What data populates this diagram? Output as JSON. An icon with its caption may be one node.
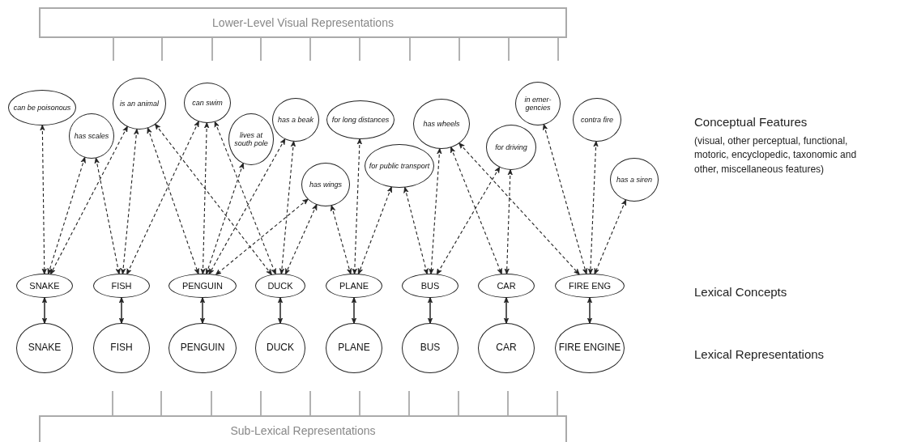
{
  "diagram": {
    "nodes": [
      {
        "text": [
          "Lower-Level Visual Representations"
        ]
      },
      {
        "text": [
          "can be poisonous"
        ]
      },
      {
        "text": [
          "has scales"
        ]
      },
      {
        "text": [
          "is an animal"
        ]
      },
      {
        "text": [
          "can swim"
        ]
      },
      {
        "text": [
          "lives at south pole"
        ]
      },
      {
        "text": [
          "has a beak"
        ]
      },
      {
        "text": [
          "has wings"
        ]
      },
      {
        "text": [
          "for long distances"
        ]
      },
      {
        "text": [
          "for public transport"
        ]
      },
      {
        "text": [
          "has wheels"
        ]
      },
      {
        "text": [
          "for driving"
        ]
      },
      {
        "text": [
          "in emer- gencies"
        ]
      },
      {
        "text": [
          "contra fire"
        ]
      },
      {
        "text": [
          "has a siren"
        ]
      },
      {
        "text": [
          "SNAKE"
        ]
      },
      {
        "text": [
          "FISH"
        ]
      },
      {
        "text": [
          "PENGUIN"
        ]
      },
      {
        "text": [
          "DUCK"
        ]
      },
      {
        "text": [
          "PLANE"
        ]
      },
      {
        "text": [
          "BUS"
        ]
      },
      {
        "text": [
          "CAR"
        ]
      },
      {
        "text": [
          "FIRE ENG"
        ]
      },
      {
        "text": [
          "SNAKE"
        ]
      },
      {
        "text": [
          "FISH"
        ]
      },
      {
        "text": [
          "PENGUIN"
        ]
      },
      {
        "text": [
          "DUCK"
        ]
      },
      {
        "text": [
          "PLANE"
        ]
      },
      {
        "text": [
          "BUS"
        ]
      },
      {
        "text": [
          "CAR"
        ]
      },
      {
        "text": [
          "FIRE ENGINE"
        ]
      },
      {
        "text": [
          "Sub-Lexical Representations"
        ]
      }
    ],
    "edges": [
      {
        "from": 1,
        "to": 15,
        "arrow": "both",
        "style": "dashed"
      },
      {
        "from": 2,
        "to": 15,
        "arrow": "both",
        "style": "dashed"
      },
      {
        "from": 3,
        "to": 15,
        "arrow": "both",
        "style": "dashed"
      },
      {
        "from": 2,
        "to": 16,
        "arrow": "both",
        "style": "dashed"
      },
      {
        "from": 3,
        "to": 16,
        "arrow": "both",
        "style": "dashed"
      },
      {
        "from": 4,
        "to": 16,
        "arrow": "both",
        "style": "dashed"
      },
      {
        "from": 3,
        "to": 17,
        "arrow": "both",
        "style": "dashed"
      },
      {
        "from": 4,
        "to": 17,
        "arrow": "both",
        "style": "dashed"
      },
      {
        "from": 5,
        "to": 17,
        "arrow": "both",
        "style": "dashed"
      },
      {
        "from": 6,
        "to": 17,
        "arrow": "both",
        "style": "dashed"
      },
      {
        "from": 7,
        "to": 17,
        "arrow": "both",
        "style": "dashed"
      },
      {
        "from": 3,
        "to": 18,
        "arrow": "both",
        "style": "dashed"
      },
      {
        "from": 4,
        "to": 18,
        "arrow": "both",
        "style": "dashed"
      },
      {
        "from": 6,
        "to": 18,
        "arrow": "both",
        "style": "dashed"
      },
      {
        "from": 7,
        "to": 18,
        "arrow": "both",
        "style": "dashed"
      },
      {
        "from": 7,
        "to": 19,
        "arrow": "both",
        "style": "dashed"
      },
      {
        "from": 8,
        "to": 19,
        "arrow": "both",
        "style": "dashed"
      },
      {
        "from": 9,
        "to": 19,
        "arrow": "both",
        "style": "dashed"
      },
      {
        "from": 9,
        "to": 20,
        "arrow": "both",
        "style": "dashed"
      },
      {
        "from": 10,
        "to": 20,
        "arrow": "both",
        "style": "dashed"
      },
      {
        "from": 11,
        "to": 20,
        "arrow": "both",
        "style": "dashed"
      },
      {
        "from": 10,
        "to": 21,
        "arrow": "both",
        "style": "dashed"
      },
      {
        "from": 11,
        "to": 21,
        "arrow": "both",
        "style": "dashed"
      },
      {
        "from": 10,
        "to": 22,
        "arrow": "both",
        "style": "dashed"
      },
      {
        "from": 12,
        "to": 22,
        "arrow": "both",
        "style": "dashed"
      },
      {
        "from": 13,
        "to": 22,
        "arrow": "both",
        "style": "dashed"
      },
      {
        "from": 14,
        "to": 22,
        "arrow": "both",
        "style": "dashed"
      },
      {
        "from": 15,
        "to": 23,
        "arrow": "both"
      },
      {
        "from": 16,
        "to": 24,
        "arrow": "both"
      },
      {
        "from": 17,
        "to": 25,
        "arrow": "both"
      },
      {
        "from": 18,
        "to": 26,
        "arrow": "both"
      },
      {
        "from": 19,
        "to": 27,
        "arrow": "both"
      },
      {
        "from": 20,
        "to": 28,
        "arrow": "both"
      },
      {
        "from": 21,
        "to": 29,
        "arrow": "both"
      },
      {
        "from": 22,
        "to": 30,
        "arrow": "both"
      },
      {
        "from": 0,
        "to": null,
        "arrow": "none",
        "color": "#999999"
      },
      {
        "from": 0,
        "to": null,
        "arrow": "none",
        "color": "#999999"
      },
      {
        "from": 0,
        "to": null,
        "arrow": "none",
        "color": "#999999"
      },
      {
        "from": 0,
        "to": null,
        "arrow": "none",
        "color": "#999999"
      },
      {
        "from": 0,
        "to": null,
        "arrow": "none",
        "color": "#999999"
      },
      {
        "from": 0,
        "to": null,
        "arrow": "none",
        "color": "#999999"
      },
      {
        "from": 0,
        "to": null,
        "arrow": "none",
        "color": "#999999"
      },
      {
        "from": 0,
        "to": null,
        "arrow": "none",
        "color": "#999999"
      },
      {
        "from": 0,
        "to": null,
        "arrow": "none",
        "color": "#999999"
      },
      {
        "from": 0,
        "to": null,
        "arrow": "none",
        "color": "#999999"
      },
      {
        "from": null,
        "to": 31,
        "arrow": "none",
        "color": "#999999"
      },
      {
        "from": null,
        "to": 31,
        "arrow": "none",
        "color": "#999999"
      },
      {
        "from": null,
        "to": 31,
        "arrow": "none",
        "color": "#999999"
      },
      {
        "from": null,
        "to": 31,
        "arrow": "none",
        "color": "#999999"
      },
      {
        "from": null,
        "to": 31,
        "arrow": "none",
        "color": "#999999"
      },
      {
        "from": null,
        "to": 31,
        "arrow": "none",
        "color": "#999999"
      },
      {
        "from": null,
        "to": 31,
        "arrow": "none",
        "color": "#999999"
      },
      {
        "from": null,
        "to": 31,
        "arrow": "none",
        "color": "#999999"
      },
      {
        "from": null,
        "to": 31,
        "arrow": "none",
        "color": "#999999"
      },
      {
        "from": null,
        "to": 31,
        "arrow": "none",
        "color": "#999999"
      }
    ],
    "labels": [
      "Conceptual Features",
      "(visual, other perceptual, functional, motoric, encyclopedic, taxonomic and other, miscellaneous features)",
      "Lexical Concepts",
      "Lexical Representations"
    ]
  }
}
